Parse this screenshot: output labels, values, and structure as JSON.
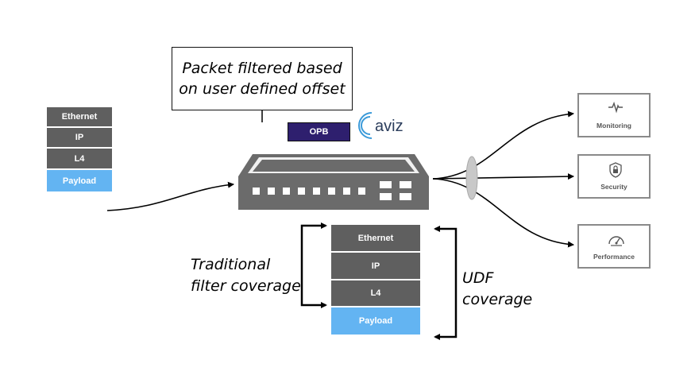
{
  "callout": {
    "line1": "Packet filtered based",
    "line2": "on user defined offset"
  },
  "opb_label": "OPB",
  "brand": {
    "letter": "c",
    "text": "aviz",
    "icon": "aviz-logo-icon"
  },
  "input_stack": [
    "Ethernet",
    "IP",
    "L4",
    "Payload"
  ],
  "center_stack": [
    "Ethernet",
    "IP",
    "L4",
    "Payload"
  ],
  "traditional_label": {
    "line1": "Traditional",
    "line2": "filter coverage"
  },
  "udf_label": {
    "line1": "UDF",
    "line2": "coverage"
  },
  "tools": [
    {
      "label": "Monitoring",
      "icon": "heartbeat-icon"
    },
    {
      "label": "Security",
      "icon": "shield-lock-icon"
    },
    {
      "label": "Performance",
      "icon": "gauge-icon"
    }
  ],
  "colors": {
    "layer_gray": "#5f5f5f",
    "payload_blue": "#63b4f2",
    "opb_purple": "#2e1f6e",
    "switch_gray": "#6b6b6b"
  }
}
